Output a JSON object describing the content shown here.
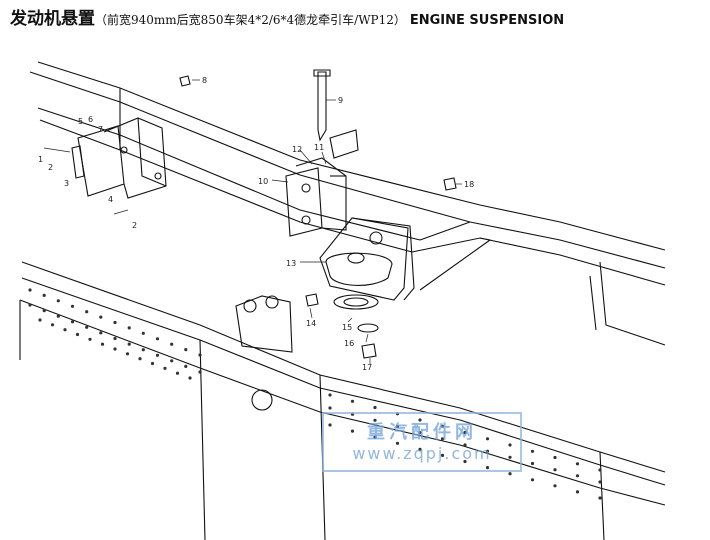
{
  "title": {
    "main": "发动机悬置",
    "sub": "（前宽940mm后宽850车架4*2/6*4德龙牵引车/WP12）",
    "en": "ENGINE SUSPENSION"
  },
  "callouts": [
    "1",
    "2",
    "3",
    "4",
    "5",
    "6",
    "7",
    "8",
    "2",
    "9",
    "12",
    "11",
    "10",
    "18",
    "13",
    "14",
    "15",
    "16",
    "17"
  ],
  "watermark": {
    "line1": "重汽配件网",
    "line2": "www.zqpj.com",
    "color": "#6f9fd6"
  },
  "colors": {
    "line": "#111111",
    "background": "#ffffff"
  }
}
